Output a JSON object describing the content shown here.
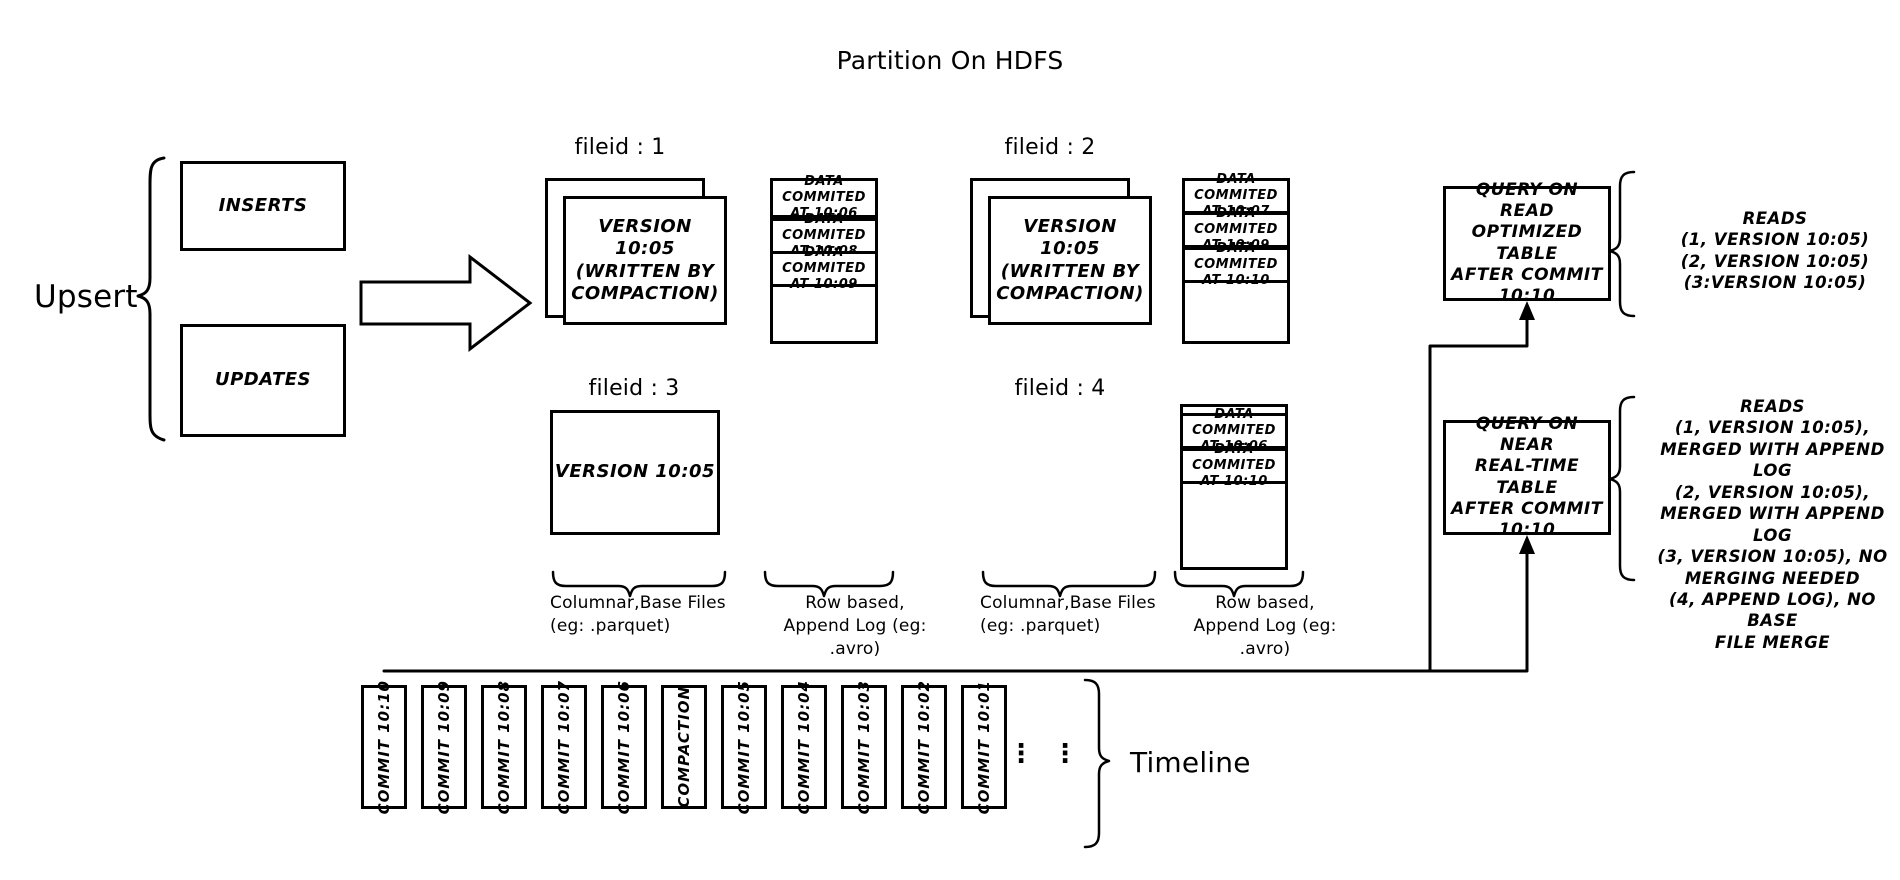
{
  "title": "Partition On HDFS",
  "upsert": {
    "label": "Upsert",
    "inserts_label": "INSERTS",
    "updates_label": "UPDATES"
  },
  "commit_arrow": {
    "label": "Commit 10:10"
  },
  "file_groups": [
    {
      "id": "fileid-1",
      "header": "fileid : 1",
      "base_file_text": "VERSION 10:05\n(WRITTEN BY\nCOMPACTION)",
      "base_file_line1": "VERSION 10:05",
      "base_file_line2": "(WRITTEN BY",
      "base_file_line3": "COMPACTION)",
      "stacked": true,
      "log_entries": [
        {
          "line1": "DATA COMMITED",
          "line2": "AT 10:06"
        },
        {
          "line1": "DATA COMMITED",
          "line2": "AT 10:08"
        },
        {
          "line1": "DATA COMMITED",
          "line2": "AT 10:09"
        }
      ]
    },
    {
      "id": "fileid-2",
      "header": "fileid : 2",
      "base_file_line1": "VERSION 10:05",
      "base_file_line2": "(WRITTEN BY",
      "base_file_line3": "COMPACTION)",
      "stacked": true,
      "log_entries": [
        {
          "line1": "DATA COMMITED",
          "line2": "AT 10:07"
        },
        {
          "line1": "DATA COMMITED",
          "line2": "AT 10:09"
        },
        {
          "line1": "DATA COMMITED",
          "line2": "AT 10:10"
        }
      ]
    },
    {
      "id": "fileid-3",
      "header": "fileid : 3",
      "base_file_line1": "VERSION 10:05",
      "base_file_line2": "",
      "base_file_line3": "",
      "stacked": false,
      "log_entries": []
    },
    {
      "id": "fileid-4",
      "header": "fileid : 4",
      "base_file_line1": "",
      "base_file_line2": "",
      "base_file_line3": "",
      "stacked": false,
      "log_entries": [
        {
          "line1": "DATA COMMITED",
          "line2": "AT 10:06"
        },
        {
          "line1": "DATA COMMITED",
          "line2": "AT 10:10"
        }
      ]
    }
  ],
  "captions": {
    "columnar_left_l1": "Columnar,Base Files",
    "columnar_left_l2": "(eg: .parquet)",
    "rowlog_left_l1": "Row based,",
    "rowlog_left_l2": "Append Log  (eg:",
    "rowlog_left_l3": ".avro)",
    "columnar_right_l1": "Columnar,Base Files",
    "columnar_right_l2": "(eg: .parquet)",
    "rowlog_right_l1": "Row based,",
    "rowlog_right_l2": "Append Log  (eg:",
    "rowlog_right_l3": ".avro)"
  },
  "queries": [
    {
      "id": "read-optimized",
      "l1": "QUERY ON READ",
      "l2": "OPTIMIZED TABLE",
      "l3": "AFTER COMMIT",
      "l4": "10:10",
      "reads_title": "READS",
      "reads_lines": [
        "(1, VERSION 10:05)",
        "(2, VERSION 10:05)",
        "(3:VERSION 10:05)"
      ]
    },
    {
      "id": "near-real-time",
      "l1": "QUERY ON NEAR",
      "l2": "REAL-TIME TABLE",
      "l3": "AFTER COMMIT",
      "l4": "10:10",
      "reads_title": "READS",
      "reads_lines": [
        "(1, VERSION 10:05),",
        "MERGED WITH APPEND LOG",
        "(2, VERSION 10:05),",
        "MERGED WITH APPEND LOG",
        "(3, VERSION 10:05), NO",
        "MERGING NEEDED",
        "(4, APPEND LOG), NO BASE",
        "FILE MERGE"
      ]
    }
  ],
  "timeline": {
    "label": "Timeline",
    "ellipsis": "⋮",
    "cells": [
      "COMMIT  10:10",
      "COMMIT  10:09",
      "COMMIT  10:08",
      "COMMIT  10:07",
      "COMMIT  10:06",
      "COMPACTION",
      "COMMIT  10:05",
      "COMMIT  10:04",
      "COMMIT  10:03",
      "COMMIT  10:02",
      "COMMIT  10:01"
    ]
  },
  "colors": {
    "ink": "#000000",
    "paper": "#ffffff"
  }
}
